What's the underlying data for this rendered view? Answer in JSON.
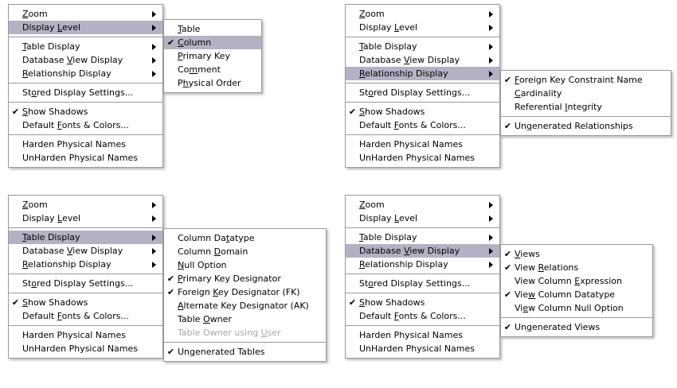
{
  "glyphs": {
    "check": "✔",
    "submenu_arrow": "right-triangle"
  },
  "colors": {
    "highlight_bg": "#b2b2c4",
    "menu_bg": "#ffffff",
    "border": "#9a9a9a",
    "text": "#000000",
    "disabled_text": "#a8a8a8"
  },
  "base_menu": {
    "name": "display-context-menu",
    "items": [
      {
        "label": "Zoom",
        "mnemonic": "Z",
        "submenu": true,
        "checked": false
      },
      {
        "label": "Display Level",
        "mnemonic": "L",
        "submenu": true,
        "checked": false
      },
      {
        "separator": true
      },
      {
        "label": "Table Display",
        "mnemonic": "T",
        "submenu": true,
        "checked": false
      },
      {
        "label": "Database View Display",
        "mnemonic": "V",
        "submenu": true,
        "checked": false
      },
      {
        "label": "Relationship Display",
        "mnemonic": "R",
        "submenu": true,
        "checked": false
      },
      {
        "separator": true
      },
      {
        "label": "Stored Display Settings...",
        "mnemonic": "o",
        "submenu": false,
        "checked": false
      },
      {
        "separator": true
      },
      {
        "label": "Show Shadows",
        "mnemonic": "S",
        "submenu": false,
        "checked": true
      },
      {
        "label": "Default Fonts & Colors...",
        "mnemonic": "F",
        "submenu": false,
        "checked": false
      },
      {
        "separator": true
      },
      {
        "label": "Harden Physical Names",
        "mnemonic": "",
        "submenu": false,
        "checked": false
      },
      {
        "label": "UnHarden Physical Names",
        "mnemonic": "",
        "submenu": false,
        "checked": false
      }
    ]
  },
  "panels": [
    {
      "id": "top-left",
      "highlighted_index": 1,
      "highlighted_label": "Display Level",
      "submenu": {
        "name": "display-level-submenu",
        "items": [
          {
            "label": "Table",
            "mnemonic": "T",
            "checked": false,
            "disabled": false
          },
          {
            "label": "Column",
            "mnemonic": "C",
            "checked": true,
            "disabled": false,
            "highlighted": true
          },
          {
            "label": "Primary Key",
            "mnemonic": "P",
            "checked": false,
            "disabled": false
          },
          {
            "label": "Comment",
            "mnemonic": "m",
            "checked": false,
            "disabled": false
          },
          {
            "label": "Physical Order",
            "mnemonic": "h",
            "checked": false,
            "disabled": false
          }
        ]
      }
    },
    {
      "id": "top-right",
      "highlighted_index": 5,
      "highlighted_label": "Relationship Display",
      "submenu": {
        "name": "relationship-display-submenu",
        "items": [
          {
            "label": "Foreign Key Constraint Name",
            "mnemonic": "F",
            "checked": true,
            "disabled": false
          },
          {
            "label": "Cardinality",
            "mnemonic": "C",
            "checked": false,
            "disabled": false
          },
          {
            "label": "Referential Integrity",
            "mnemonic": "I",
            "checked": false,
            "disabled": false
          },
          {
            "separator": true
          },
          {
            "label": "Ungenerated Relationships",
            "mnemonic": "g",
            "checked": true,
            "disabled": false
          }
        ]
      }
    },
    {
      "id": "bottom-left",
      "highlighted_index": 3,
      "highlighted_label": "Table Display",
      "submenu": {
        "name": "table-display-submenu",
        "items": [
          {
            "label": "Column Datatype",
            "mnemonic": "t",
            "checked": false,
            "disabled": false
          },
          {
            "label": "Column Domain",
            "mnemonic": "D",
            "checked": false,
            "disabled": false
          },
          {
            "label": "Null Option",
            "mnemonic": "N",
            "checked": false,
            "disabled": false
          },
          {
            "label": "Primary Key Designator",
            "mnemonic": "P",
            "checked": true,
            "disabled": false
          },
          {
            "label": "Foreign Key Designator (FK)",
            "mnemonic": "K",
            "checked": true,
            "disabled": false
          },
          {
            "label": "Alternate Key Designator (AK)",
            "mnemonic": "A",
            "checked": false,
            "disabled": false
          },
          {
            "label": "Table Owner",
            "mnemonic": "O",
            "checked": false,
            "disabled": false
          },
          {
            "label": "Table Owner using User",
            "mnemonic": "U",
            "checked": false,
            "disabled": true
          },
          {
            "separator": true
          },
          {
            "label": "Ungenerated Tables",
            "mnemonic": "g",
            "checked": true,
            "disabled": false
          }
        ]
      }
    },
    {
      "id": "bottom-right",
      "highlighted_index": 4,
      "highlighted_label": "Database View Display",
      "submenu": {
        "name": "database-view-display-submenu",
        "items": [
          {
            "label": "Views",
            "mnemonic": "V",
            "checked": true,
            "disabled": false
          },
          {
            "label": "View Relations",
            "mnemonic": "R",
            "checked": true,
            "disabled": false
          },
          {
            "label": "View Column Expression",
            "mnemonic": "E",
            "checked": false,
            "disabled": false
          },
          {
            "label": "View Column Datatype",
            "mnemonic": "w",
            "checked": true,
            "disabled": false
          },
          {
            "label": "View Column Null Option",
            "mnemonic": "e",
            "checked": false,
            "disabled": false
          },
          {
            "separator": true
          },
          {
            "label": "Ungenerated Views",
            "mnemonic": "g",
            "checked": true,
            "disabled": false
          }
        ]
      }
    }
  ]
}
